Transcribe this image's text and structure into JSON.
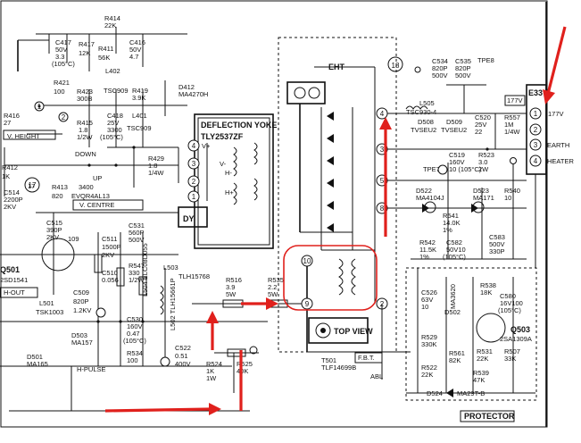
{
  "colors": {
    "highlight": "#e0201c",
    "ink": "#111111",
    "paper": "#ffffff"
  },
  "blocks": {
    "deflection_yoke": {
      "title": "DEFLECTION YOKE",
      "part": "TLY2537ZF",
      "dy": "DY"
    },
    "fbt": {
      "eht": "EHT",
      "pin18": "18",
      "top_view": "TOP VIEW",
      "tag": "F.B.T.",
      "part_ref": "T501",
      "part": "TLF14699B"
    },
    "e33": {
      "label": "E33",
      "voltage": "177V"
    },
    "protector": {
      "label": "PROTECTOR"
    },
    "abl": "ABL"
  },
  "labels": {
    "v_height": "V. HEIGHT",
    "v_centre": "V. CENTRE",
    "down": "DOWN",
    "up": "UP",
    "h_out": "H-OUT",
    "h_pulse": "H-PULSE",
    "earth": "EARTH",
    "heater": "HEATER",
    "tpe8": "TPE8",
    "tpe7": "TPE7"
  },
  "components": [
    "R414 22K",
    "C417 50V 3.3 (105°C)",
    "R417 12K",
    "R411 56K",
    "C416 50V 4.7",
    "L402",
    "R421 100",
    "R423 300B",
    "TSC909",
    "R419 3.9K",
    "D412 MA4270H",
    "C418 25V 3300 (105°C)",
    "L401 TSC909",
    "R415 1.8 1/2W",
    "R416 27",
    "R412 1K",
    "R413 820",
    "R429 1.8 1/4W",
    "3400 EVQR4AL13",
    "C514 2200P 2KV",
    "C515 390P 2KV",
    "109",
    "Q501 2SD1541",
    "L501 TSK1003",
    "C511 1500P 2KV",
    "C510 0.056",
    "C531 560P 500V",
    "C509 820P 1.2KV",
    "R547 330 1/2W",
    "D503 MA157",
    "L504 ELC08D055",
    "L502 TLH15661P",
    "L503 TLH15768",
    "C530 160V 0.47 (105°C)",
    "R534 100",
    "C522 0.51 400V",
    "D501 MA165",
    "R524 1K 1W",
    "R525 40K",
    "R516 3.9 5W",
    "R535 2.2 5W",
    "L505 TSC930-4",
    "C534 820P 500V",
    "C535 820P 500V",
    "D508 TVSEU2",
    "D509 TVSEU2",
    "C520 25V 22",
    "R557 1M 1/4W",
    "C519 160V 10 (105°C)",
    "R523 3.0 2W",
    "D522 MA4104J",
    "D523 MA171",
    "R540 10",
    "R541 14.0K 1%",
    "R542 11.5K 1%",
    "C582 50V10 (105°C)",
    "C583 500V 330P",
    "C526 63V 10",
    "R538 18K",
    "D502 MA3620",
    "C580 16V100 (105°C)",
    "Q503 2SA1309A",
    "R529 330K",
    "R561 82K",
    "R522 22K",
    "R531 22K",
    "R507 33K",
    "R539 47K",
    "D524 MA29T-B"
  ],
  "pins": {
    "yoke": [
      "4",
      "3",
      "2",
      "1"
    ],
    "yoke_coils": [
      "V+",
      "V-",
      "H-",
      "H+"
    ],
    "fbt_left": [
      "10",
      "9"
    ],
    "fbt_right": [
      "4",
      "3",
      "5",
      "8",
      "2"
    ],
    "connector": [
      "1",
      "2",
      "3",
      "4"
    ],
    "misc": [
      "1",
      "2",
      "17"
    ]
  }
}
